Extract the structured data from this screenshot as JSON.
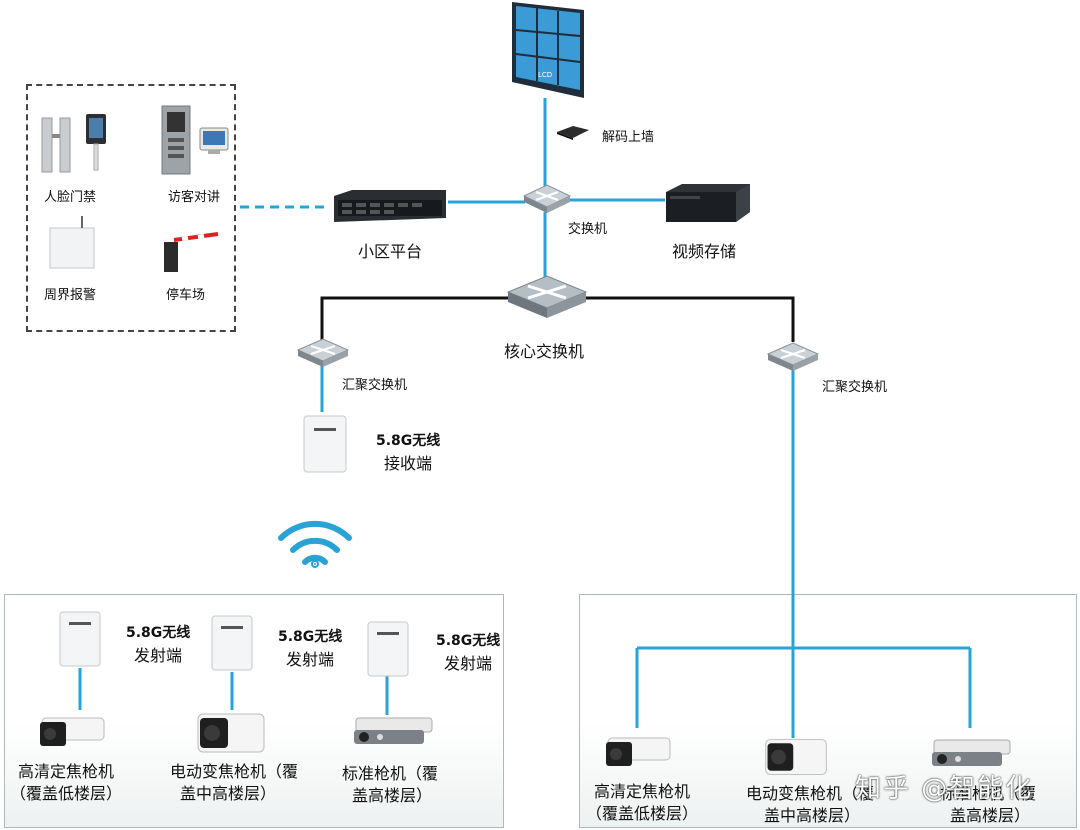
{
  "colors": {
    "link": "#29a3d6",
    "backbone": "#111111",
    "frame": "#444444"
  },
  "monitor": {
    "screen_text": "LCD"
  },
  "decoder": {
    "label": "解码上墙"
  },
  "switch_top": {
    "label": "交换机"
  },
  "platform": {
    "label": "小区平台"
  },
  "storage": {
    "label": "视频存储"
  },
  "core_switch": {
    "label": "核心交换机"
  },
  "agg_left": {
    "label": "汇聚交换机"
  },
  "agg_right": {
    "label": "汇聚交换机"
  },
  "receiver": {
    "line1": "5.8G无线",
    "line2": "接收端"
  },
  "subsystems": {
    "face": "人脸门禁",
    "intercom": "访客对讲",
    "perimeter": "周界报警",
    "parking": "停车场"
  },
  "left_panel": {
    "transmitters": [
      {
        "line1": "5.8G无线",
        "line2": "发射端"
      },
      {
        "line1": "5.8G无线",
        "line2": "发射端"
      },
      {
        "line1": "5.8G无线",
        "line2": "发射端"
      }
    ],
    "cameras": [
      {
        "line1": "高清定焦枪机",
        "line2": "（覆盖低楼层）"
      },
      {
        "line1": "电动变焦枪机（覆",
        "line2": "盖中高楼层）"
      },
      {
        "line1": "标准枪机（覆",
        "line2": "盖高楼层）"
      }
    ]
  },
  "right_panel": {
    "cameras": [
      {
        "line1": "高清定焦枪机",
        "line2": "（覆盖低楼层）"
      },
      {
        "line1": "电动变焦枪机（覆",
        "line2": "盖中高楼层）"
      },
      {
        "line1": "标准枪机（覆",
        "line2": "盖高楼层）"
      }
    ]
  },
  "watermark": "知乎 @智能化"
}
